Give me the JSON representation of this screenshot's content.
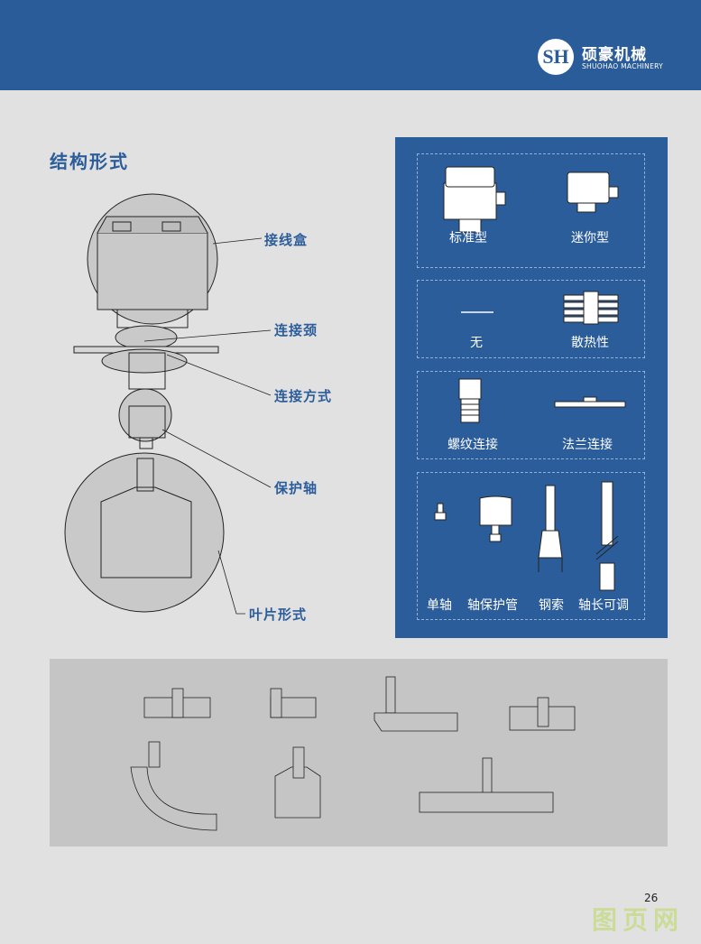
{
  "header": {
    "logo_mark": "SH",
    "brand_cn": "硕豪机械",
    "brand_en": "SHUOHAO MACHINERY"
  },
  "section_title": "结构形式",
  "diagram_labels": {
    "junction_box": "接线盒",
    "neck": "连接颈",
    "connection": "连接方式",
    "shaft": "保护轴",
    "blade": "叶片形式"
  },
  "options": {
    "housing": [
      "标准型",
      "迷你型"
    ],
    "cooling": [
      "无",
      "散热性"
    ],
    "connection": [
      "螺纹连接",
      "法兰连接"
    ],
    "shaft": [
      "单轴",
      "轴保护管",
      "钢索",
      "轴长可调"
    ]
  },
  "page_number": "26",
  "watermark": "图页网",
  "colors": {
    "header": "#2b5c9a",
    "panel": "#2c5d9b",
    "background": "#e1e1e1",
    "bottom_panel": "#c5c5c5"
  }
}
